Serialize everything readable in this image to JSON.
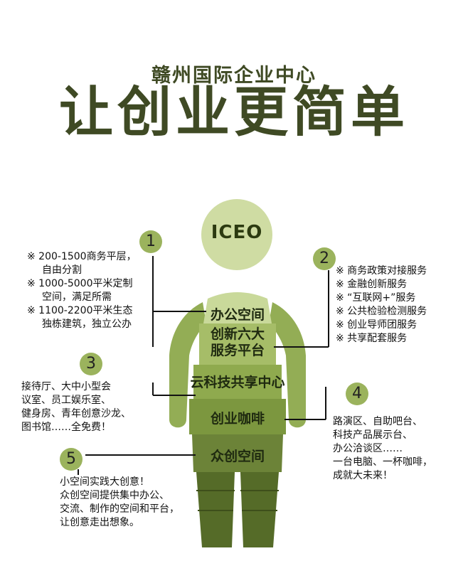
{
  "header": {
    "subtitle": "赣州国际企业中心",
    "title": "让创业更简单"
  },
  "logo": "ICEO",
  "figure_layers": [
    "办公空间",
    "创新六大服务平台",
    "云科技共享中心",
    "创业咖啡",
    "众创空间"
  ],
  "layer_lines": {
    "l2a": "创新六大",
    "l2b": "服务平台"
  },
  "callouts": [
    {
      "number": "1",
      "lines": [
        "※ 200-1500商务平层，",
        "自由分割",
        "※ 1000-5000平米定制",
        "空间，满足所需",
        "※ 1100-2200平米生态",
        "独栋建筑，独立公办"
      ]
    },
    {
      "number": "2",
      "lines": [
        "※ 商务政策对接服务",
        "※ 金融创新服务",
        "※ “互联网+”服务",
        "※ 公共检验检测服务",
        "※ 创业导师团服务",
        "※ 共享配套服务"
      ]
    },
    {
      "number": "3",
      "lines": [
        "接待厅、大中小型会",
        "议室、员工娱乐室、",
        "健身房、青年创意沙龙、",
        "图书馆……全免费！"
      ]
    },
    {
      "number": "4",
      "lines": [
        "路演区、自助吧台、",
        "科技产品展示台、",
        "办公洽谈区……",
        "一台电脑、一杯咖啡，",
        "成就大未来！"
      ]
    },
    {
      "number": "5",
      "lines": [
        "小空间实践大创意！",
        "众创空间提供集中办公、",
        "交流、制作的空间和平台，",
        "让创意走出想象。"
      ]
    }
  ],
  "colors": {
    "title": "#3f4a24",
    "head": "#cfdca3",
    "layer_light": "#a6bd68",
    "layer_mid": "#8faa4e",
    "layer_dark": "#6c8338",
    "legs": "#556b28",
    "badge": "#9bb35d"
  }
}
